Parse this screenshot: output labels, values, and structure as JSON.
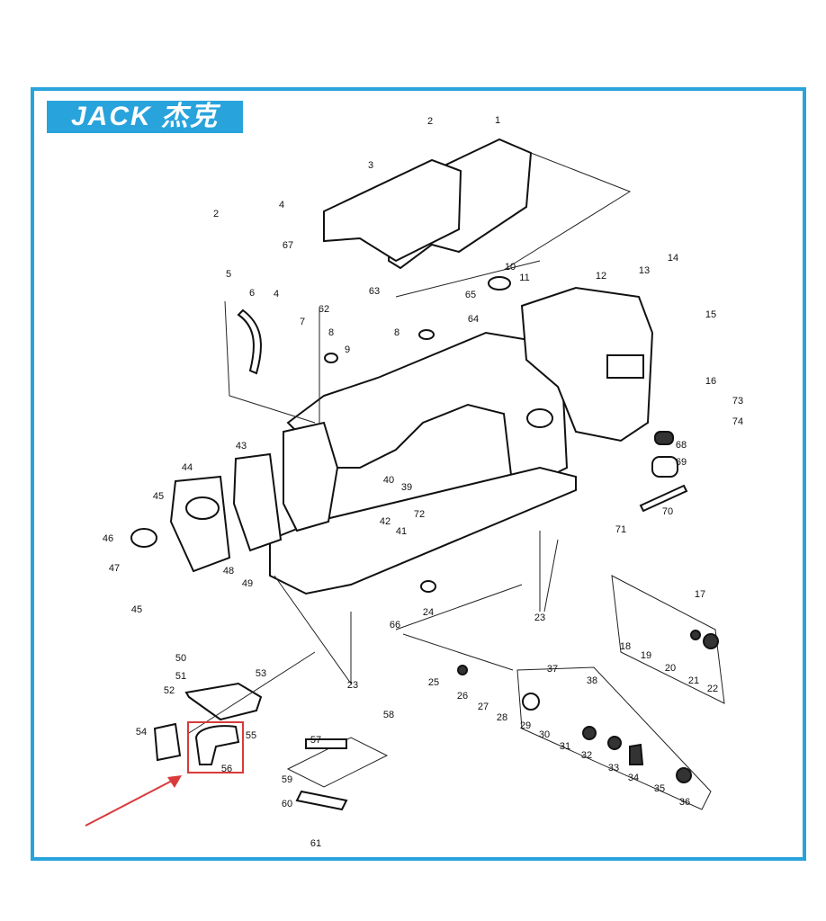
{
  "logo": {
    "text": "JACK 杰克"
  },
  "diagram": {
    "title": "Sewing machine arm bed exploded parts diagram",
    "part_labels": [
      "1",
      "2",
      "3",
      "2",
      "4",
      "67",
      "4",
      "5",
      "6",
      "62",
      "63",
      "65",
      "64",
      "10",
      "11",
      "12",
      "13",
      "14",
      "15",
      "16",
      "7",
      "8",
      "9",
      "8",
      "73",
      "74",
      "68",
      "69",
      "70",
      "71",
      "43",
      "44",
      "45",
      "46",
      "47",
      "45",
      "48",
      "49",
      "40",
      "39",
      "72",
      "42",
      "41",
      "66",
      "24",
      "23",
      "23",
      "17",
      "18",
      "19",
      "20",
      "21",
      "22",
      "37",
      "38",
      "25",
      "26",
      "27",
      "28",
      "29",
      "30",
      "31",
      "32",
      "33",
      "34",
      "35",
      "36",
      "50",
      "51",
      "52",
      "53",
      "54",
      "55",
      "56",
      "57",
      "58",
      "59",
      "60",
      "61"
    ],
    "highlighted_part": "56",
    "colors": {
      "frame": "#29a3dc",
      "highlight": "#d93a3a"
    }
  }
}
